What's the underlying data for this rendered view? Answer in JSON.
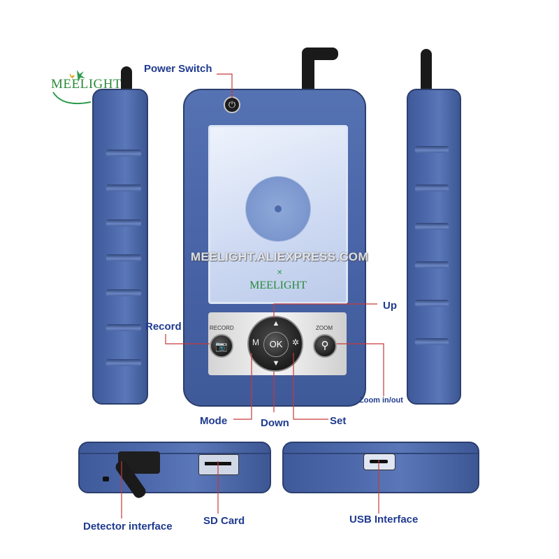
{
  "brand": {
    "name": "MEELIGHT",
    "color": "#2a8a3a"
  },
  "watermark": "MEELIGHT.ALIEXPRESS.COM",
  "device": {
    "screen_brand": "MEELIGHT",
    "panel": {
      "record": "RECORD",
      "zoom": "ZOOM",
      "ok": "OK",
      "mode_key": "M"
    }
  },
  "labels": {
    "power_switch": "Power Switch",
    "up": "Up",
    "record": "Record",
    "zoom": "Zoom in/out",
    "mode": "Mode",
    "down": "Down",
    "set": "Set",
    "detector": "Detector interface",
    "sdcard": "SD Card",
    "usb": "USB Interface"
  },
  "colors": {
    "device_blue": "#4a66a8",
    "label_blue": "#1f3a8f",
    "leader_red": "#c83a3a"
  }
}
